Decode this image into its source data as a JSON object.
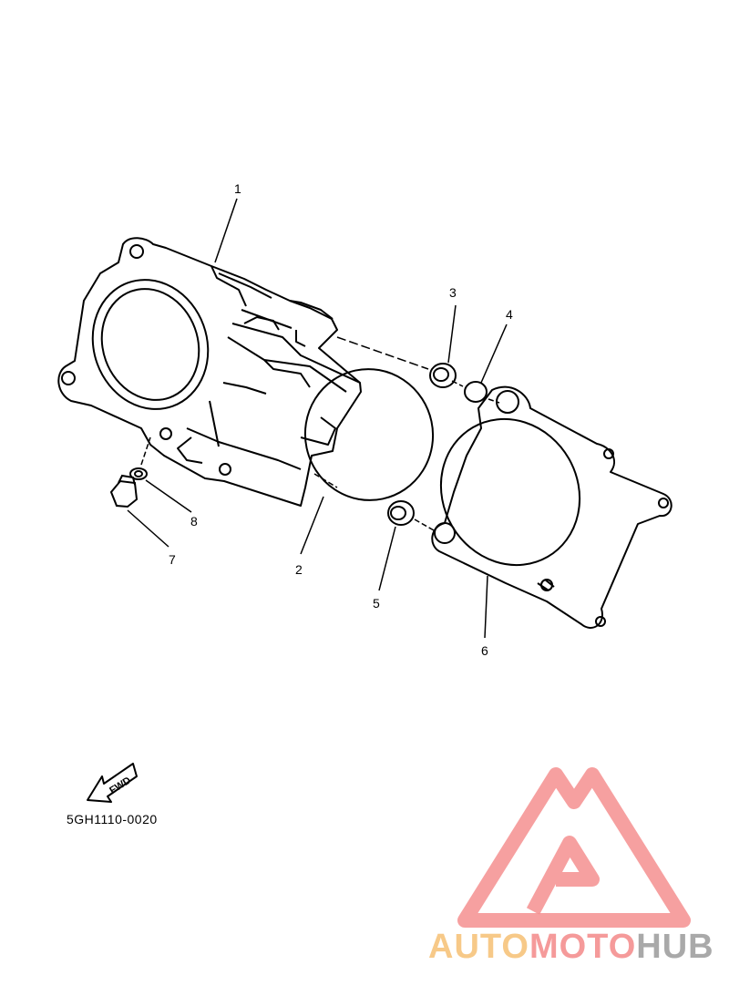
{
  "diagram": {
    "code": "5GH1110-0020",
    "fwd_label": "FWD",
    "parts": [
      {
        "number": "1",
        "name": "cylinder-1"
      },
      {
        "number": "2",
        "name": "gasket-cylinder"
      },
      {
        "number": "3",
        "name": "dowel-pin"
      },
      {
        "number": "4",
        "name": "o-ring"
      },
      {
        "number": "5",
        "name": "dowel-pin"
      },
      {
        "number": "6",
        "name": "gasket-cylinder-base"
      },
      {
        "number": "7",
        "name": "bolt"
      },
      {
        "number": "8",
        "name": "washer"
      }
    ]
  },
  "watermark": {
    "brand_part1": "AUTO",
    "brand_part2": "MOTO",
    "brand_part3": "HUB",
    "colors": {
      "auto": "#f7c988",
      "moto": "#f59a9a",
      "hub": "#a9a9a9",
      "logo": "#f58f8f"
    }
  }
}
